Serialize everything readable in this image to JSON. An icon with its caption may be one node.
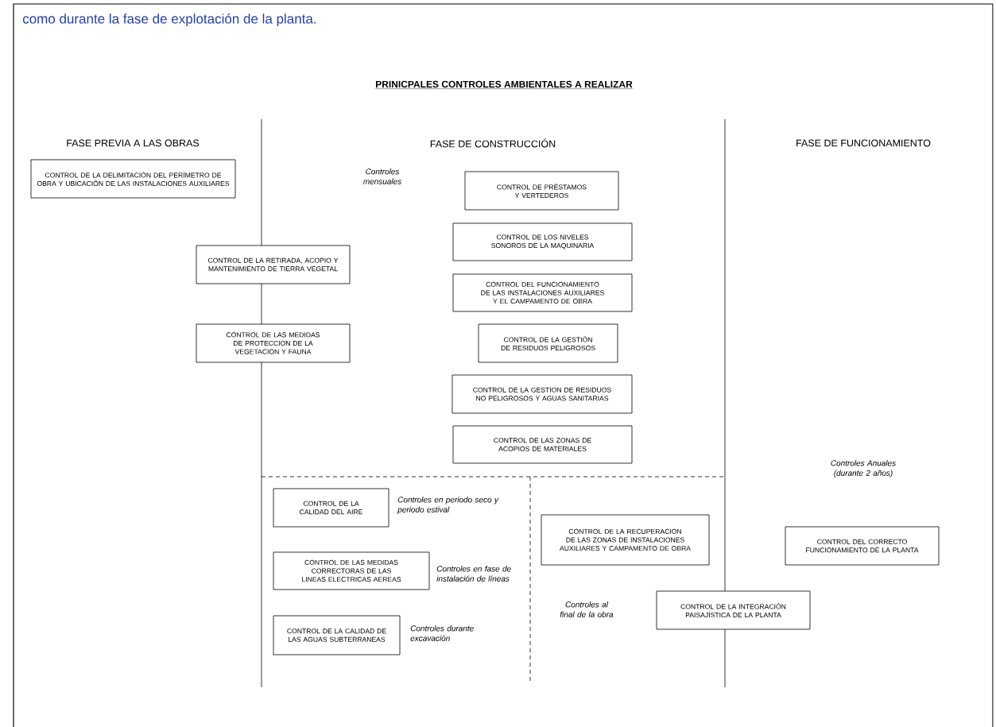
{
  "diagram": {
    "title": "PRINICPALES CONTROLES AMBIENTALES A REALIZAR",
    "nodes": [
      {
        "text": [
          "CONTROL DE LA DELIMITACIÓN DEL PERÍMETRO DE OBRA Y UBICACIÓN DE LAS INSTALACIONES AUXILIARES"
        ]
      },
      {
        "text": [
          "CONTROL DE LA RETIRADA, ACOPIO Y MANTENIMIENTO DE TIERRA VEGETAL"
        ]
      },
      {
        "text": [
          "CONTROL DE LAS MEDIDAS DE PROTECCION DE LA VEGETACION Y FAUNA"
        ]
      },
      {
        "text": [
          "CONTROL DE PRÉSTAMOS Y VERTEDEROS"
        ]
      },
      {
        "text": [
          "CONTROL DE LOS NIVELES SONOROS DE LA MAQUINARIA"
        ]
      },
      {
        "text": [
          "CONTROL DEL FUNCIONAMIENTO DE LAS INSTALACIONES AUXILIARES Y EL CAMPAMENTO DE OBRA"
        ]
      },
      {
        "text": [
          "CONTROL DE LA GESTIÓN DE RESIDUOS PELIGROSOS"
        ]
      },
      {
        "text": [
          "CONTROL DE LA GESTION DE RESIDUOS NO PELIGROSOS Y AGUAS SANITARIAS"
        ]
      },
      {
        "text": [
          "CONTROL DE LAS ZONAS DE ACOPIOS DE MATERIALES"
        ]
      },
      {
        "text": [
          "CONTROL DE LA CALIDAD DEL AIRE"
        ]
      },
      {
        "text": [
          "CONTROL DE LAS MEDIDAS CORRECTORAS DE LAS LINEAS ELECTRICAS AEREAS"
        ]
      },
      {
        "text": [
          "CONTROL DE LA CALIDAD DE LAS AGUAS SUBTERRANEAS"
        ]
      },
      {
        "text": [
          "CONTROL DE LA RECUPERACION DE LAS ZONAS DE INSTALACIONES AUXILIARES Y CAMPAMENTO DE OBRA"
        ]
      },
      {
        "text": [
          "CONTROL DE LA INTEGRACIÓN PAISAJÍSTICA DE LA PLANTA"
        ]
      },
      {
        "text": [
          "CONTROL DEL CORRECTO FUNCIONAMIENTO DE LA PLANTA"
        ]
      }
    ],
    "labels": [
      "como durante la fase de explotación de la planta.",
      "FASE PREVIA A LAS OBRAS",
      "FASE DE CONSTRUCCIÓN",
      "FASE DE FUNCIONAMIENTO",
      "Controles mensuales",
      "Controles Anuales (durante 2 años)",
      "Controles en periodo seco y periodo estival",
      "Controles en fase de instalación de líneas",
      "Controles al final de la obra",
      "Controles durante excavación"
    ]
  }
}
